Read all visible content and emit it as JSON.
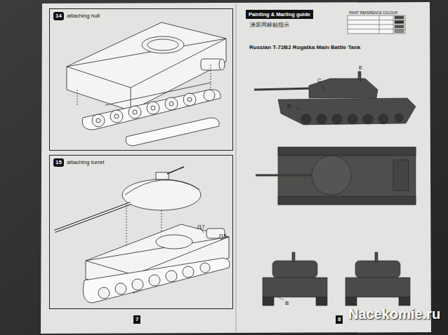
{
  "diagram": {
    "nodes": [
      {
        "text": [
          "attaching hull"
        ]
      },
      {
        "text": [
          "14"
        ],
        "in": 0
      },
      {
        "text": [
          "attaching turret"
        ]
      },
      {
        "text": [
          "15"
        ],
        "in": 2
      },
      {
        "text": [
          "Painting & Marling guide"
        ]
      },
      {
        "text": [
          "7"
        ]
      },
      {
        "text": [
          "8"
        ]
      }
    ],
    "labels": [
      "涂装同标贴指示",
      "PAINT REFERENCE COLOUR",
      "Russian T-72B2 Rogatka Main Battle Tank",
      "J17",
      "J15",
      "C",
      "E",
      "D",
      "B",
      "Nacekomie.ru"
    ]
  }
}
